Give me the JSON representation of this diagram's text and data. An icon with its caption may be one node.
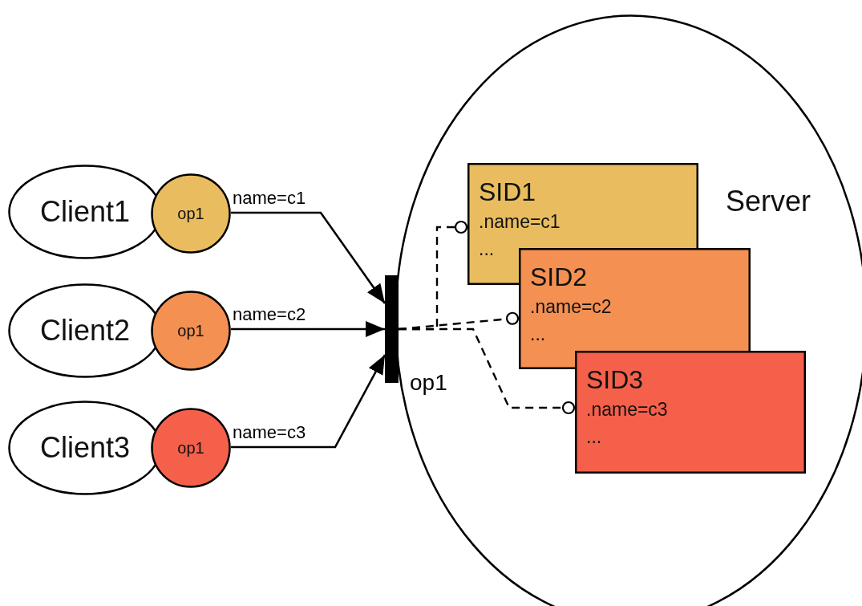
{
  "diagram": {
    "nodes": [
      {
        "text": [
          "Client1"
        ]
      },
      {
        "text": [
          "op1"
        ]
      },
      {
        "text": [
          "Client2"
        ]
      },
      {
        "text": [
          "op1"
        ]
      },
      {
        "text": [
          "Client3"
        ]
      },
      {
        "text": [
          "op1"
        ]
      },
      {
        "text": [
          "Server"
        ]
      },
      {
        "text": [],
        "shape": "bar",
        "beside": [
          "op1"
        ]
      },
      {
        "text": [
          "SID1",
          ".name=c1",
          "..."
        ],
        "in": 6
      },
      {
        "text": [
          "SID2",
          ".name=c2",
          "..."
        ],
        "in": 6
      },
      {
        "text": [
          "SID3",
          ".name=c3",
          "..."
        ],
        "in": 6
      }
    ],
    "edges": [
      {
        "from": 1,
        "to": 7,
        "arrow": "to",
        "label": "name=c1"
      },
      {
        "from": 3,
        "to": 7,
        "arrow": "to",
        "label": "name=c2"
      },
      {
        "from": 5,
        "to": 7,
        "arrow": "to",
        "label": "name=c3"
      },
      {
        "from": 7,
        "to": 8,
        "arrow": "other",
        "style": "dashed"
      },
      {
        "from": 7,
        "to": 9,
        "arrow": "other",
        "style": "dashed"
      },
      {
        "from": 7,
        "to": 10,
        "arrow": "other",
        "style": "dashed"
      }
    ]
  }
}
